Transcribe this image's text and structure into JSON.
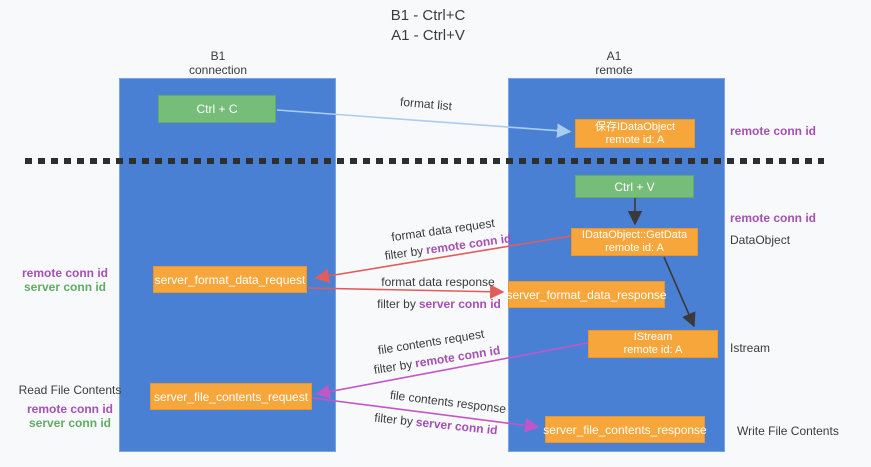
{
  "title": {
    "line1": "B1 - Ctrl+C",
    "line2": "A1 - Ctrl+V"
  },
  "lanes": {
    "left": {
      "name": "B1",
      "role": "connection"
    },
    "right": {
      "name": "A1",
      "role": "remote"
    }
  },
  "boxes": {
    "ctrl_c": {
      "label": "Ctrl + C"
    },
    "ctrl_v": {
      "label": "Ctrl + V"
    },
    "save_idataobject": {
      "line1": "保存IDataObject",
      "line2": "remote id: A"
    },
    "idataobject_getdata": {
      "line1": "IDataObject::GetData",
      "line2": "remote id: A"
    },
    "istream": {
      "line1": "IStream",
      "line2": "remote id: A"
    },
    "server_format_data_request": {
      "label": "server_format_data_request"
    },
    "server_format_data_response": {
      "label": "server_format_data_response"
    },
    "server_file_contents_request": {
      "label": "server_file_contents_request"
    },
    "server_file_contents_response": {
      "label": "server_file_contents_response"
    }
  },
  "messages": {
    "format_list": {
      "label": "format list"
    },
    "format_data_request": {
      "label": "format data request",
      "filter_prefix": "filter by",
      "filter_key": "remote conn id"
    },
    "format_data_response": {
      "label": "format data response",
      "filter_prefix": "filter by",
      "filter_key": "server conn id"
    },
    "file_contents_request": {
      "label": "file contents request",
      "filter_prefix": "filter by",
      "filter_key": "remote conn id"
    },
    "file_contents_response": {
      "label": "file contents response",
      "filter_prefix": "filter by",
      "filter_key": "server conn id"
    }
  },
  "side_labels": {
    "left_top": {
      "remote": "remote conn id",
      "server": "server conn id"
    },
    "left_bottom": {
      "title": "Read File Contents",
      "remote": "remote conn id",
      "server": "server conn id"
    },
    "right": {
      "remote_top": "remote conn id",
      "remote_mid": "remote conn id",
      "dataobject": "DataObject",
      "istream": "Istream",
      "write_file_contents": "Write File Contents"
    }
  },
  "colors": {
    "lane_fill": "#4a80d4",
    "box_green": "#75bd79",
    "box_orange": "#f7a63b",
    "arrow_red": "#e25c5c",
    "arrow_magenta": "#c455c8",
    "arrow_lightblue": "#a9cdf0",
    "arrow_black": "#3a3a3a",
    "label_purple": "#a550b4",
    "label_green": "#61ad64",
    "text_dark": "#3b3b3b",
    "divider": "#2e2e2e",
    "background": "#f8f9fb"
  }
}
